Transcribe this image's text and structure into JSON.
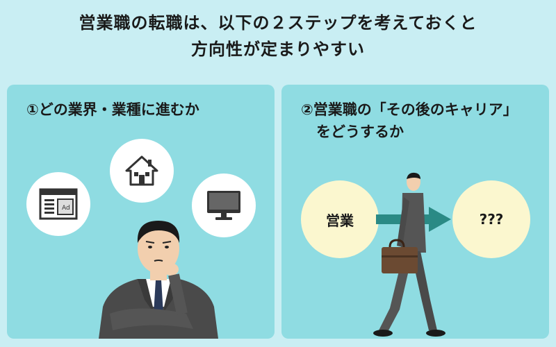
{
  "title": {
    "line1": "営業職の転職は、以下の２ステップを考えておくと",
    "line2": "方向性が定まりやすい"
  },
  "left_panel": {
    "heading": "①どの業界・業種に進むか",
    "icons": [
      "browser-ad-icon",
      "house-icon",
      "monitor-icon"
    ],
    "ad_label": "Ad"
  },
  "right_panel": {
    "heading_line1": "②営業職の「その後のキャリア」",
    "heading_line2": "をどうするか",
    "from_label": "営業",
    "to_label": "???"
  },
  "colors": {
    "background": "#c9eef3",
    "panel": "#8fdce2",
    "circle_white": "#ffffff",
    "circle_cream": "#fbf7cf",
    "arrow": "#2a8a85"
  }
}
